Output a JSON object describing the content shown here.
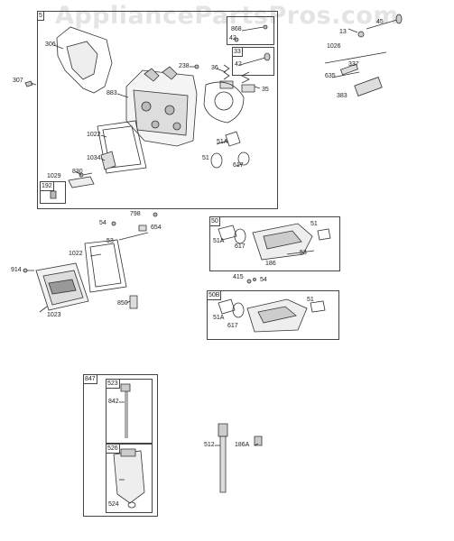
{
  "watermark": "AppliancePartsPros.com",
  "groups": {
    "g5": "5",
    "g33": "33",
    "g192": "192",
    "g50": "50",
    "g50b": "50B",
    "g847": "847",
    "g523": "523",
    "g526": "526"
  },
  "parts": {
    "p306": "306",
    "p307": "307",
    "p883": "883",
    "p238": "238",
    "p36": "36",
    "p35": "35",
    "p1022a": "1022",
    "p1034": "1034",
    "p830": "830",
    "p1029": "1029",
    "p51Aa": "51A",
    "p51a": "51",
    "p617a": "617",
    "p868": "868",
    "p42a": "42",
    "p42b": "42",
    "p45": "45",
    "p13": "13",
    "p1026": "1026",
    "p337": "337",
    "p635": "635",
    "p383": "383",
    "p798": "798",
    "p54a": "54",
    "p654": "654",
    "p53a": "53",
    "p1022b": "1022",
    "p914": "914",
    "p1023": "1023",
    "p850": "850",
    "p51b": "51",
    "p51Ab": "51A",
    "p617b": "617",
    "p53b": "53",
    "p186": "186",
    "p415": "415",
    "p54b": "54",
    "p51c": "51",
    "p51Ac": "51A",
    "p617c": "617",
    "p842": "842",
    "p524": "524",
    "p512": "512",
    "p186A": "186A"
  }
}
